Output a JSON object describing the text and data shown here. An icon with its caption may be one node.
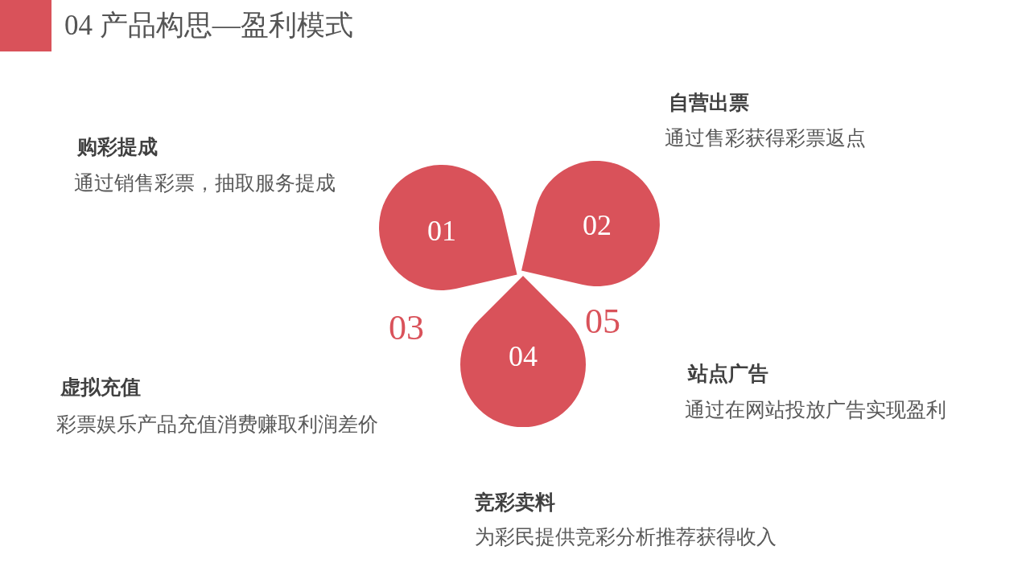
{
  "diagram": {
    "title": "04 产品构思—盈利模式",
    "nodes": [
      {
        "text": [
          "01"
        ]
      },
      {
        "text": [
          "02"
        ]
      },
      {
        "text": [
          "04"
        ]
      }
    ],
    "edges": [],
    "labels": [
      "购彩提成",
      "通过销售彩票，抽取服务提成",
      "自营出票",
      "通过售彩获得彩票返点",
      "03",
      "05",
      "虚拟充值",
      "彩票娱乐产品充值消费赚取利润差价",
      "站点广告",
      "通过在网站投放广告实现盈利",
      "竞彩卖料",
      "为彩民提供竞彩分析推荐获得收入"
    ]
  }
}
